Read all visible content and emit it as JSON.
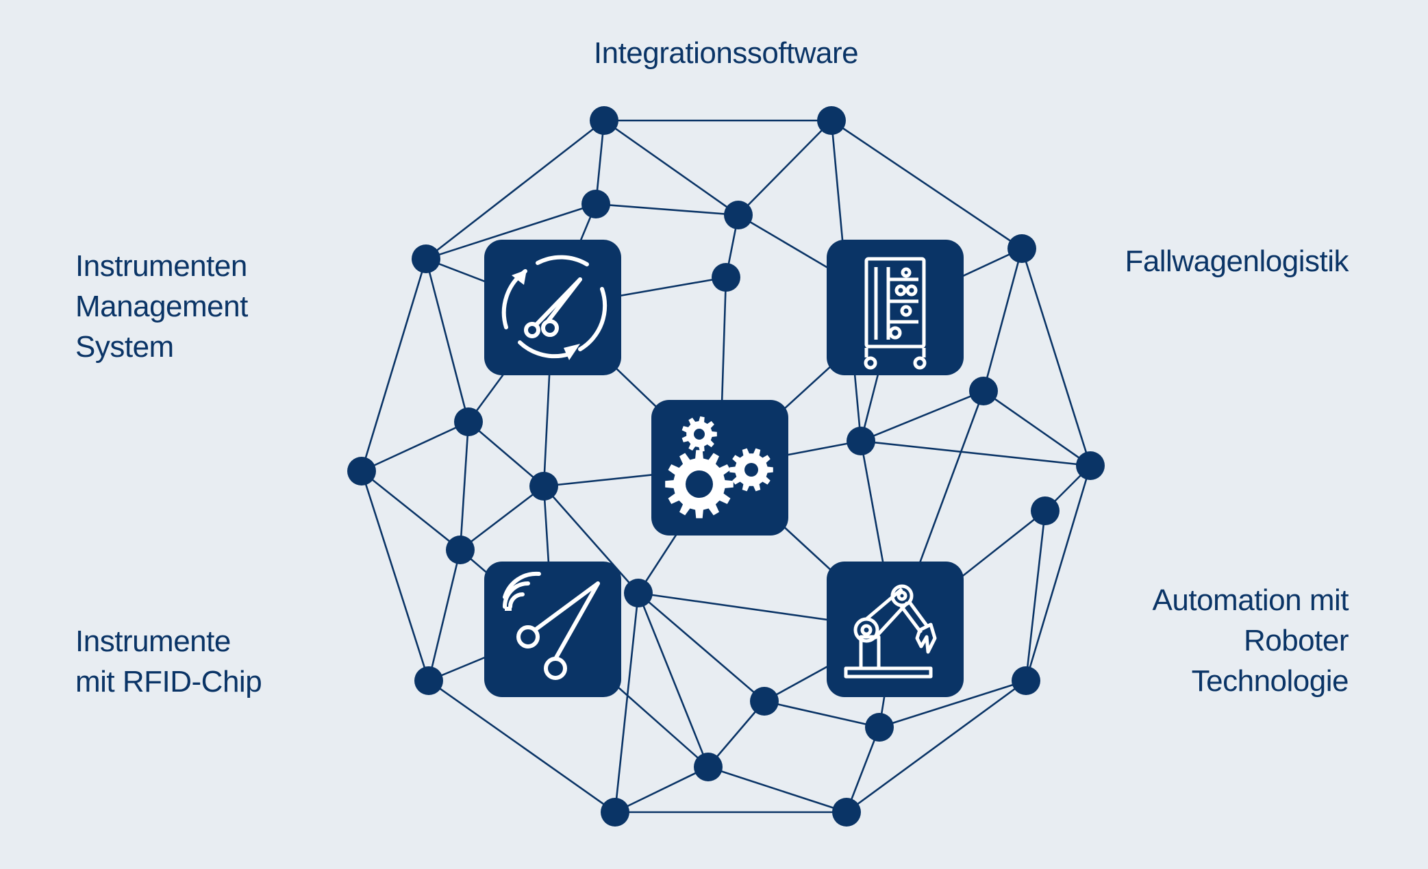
{
  "labels": {
    "top": "Integrationssoftware",
    "top_left": [
      "Instrumenten",
      "Management",
      "System"
    ],
    "top_right": "Fallwagenlogistik",
    "bottom_left": [
      "Instrumente",
      "mit RFID-Chip"
    ],
    "bottom_right": [
      "Automation mit",
      "Roboter",
      "Technologie"
    ]
  },
  "colors": {
    "background": "#e8edf2",
    "primary": "#0a3466",
    "icon_fg": "#ffffff"
  },
  "icons": {
    "top_left": "scissors-cycle-icon",
    "top_right": "case-cart-icon",
    "center": "gears-icon",
    "bottom_left": "rfid-scissors-icon",
    "bottom_right": "robot-arm-icon"
  }
}
